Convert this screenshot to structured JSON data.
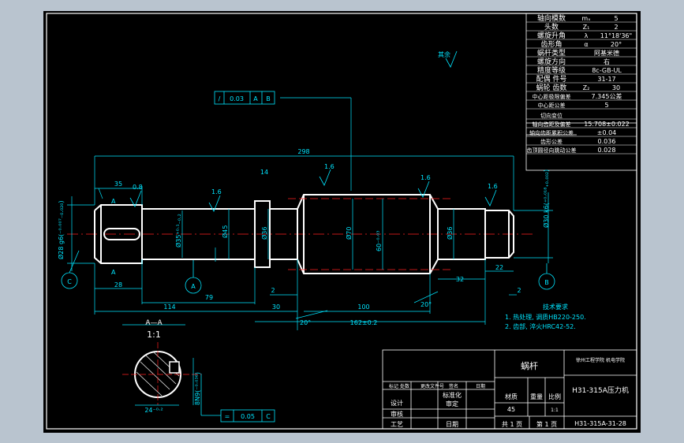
{
  "colors": {
    "background": "#b9c4cf",
    "canvas": "#000000",
    "outline": "#ffffff",
    "dimension": "#00e5ff",
    "center": "#ff2020"
  },
  "params": [
    [
      "轴向模数",
      "mₓ",
      "5"
    ],
    [
      "头数",
      "Z₁",
      "2"
    ],
    [
      "螺旋升角",
      "λ",
      "11°18'36\""
    ],
    [
      "齿形角",
      "α",
      "20°"
    ],
    [
      "蜗杆类型",
      "阿基米德",
      ""
    ],
    [
      "螺旋方向",
      "右",
      ""
    ],
    [
      "精度等级",
      "8c-GB-UL",
      ""
    ],
    [
      "配偶 件号",
      "31-17",
      ""
    ],
    [
      "蜗轮 齿数",
      "Z₂",
      "30"
    ],
    [
      "中心距极限偏差",
      "7.345公差",
      ""
    ],
    [
      "中心距公差",
      "5",
      ""
    ],
    [
      "切向变位",
      "",
      ""
    ],
    [
      "轴向齿距及偏差",
      "15.708±0.022",
      ""
    ],
    [
      "轴向齿距累积公差",
      "±0.04",
      ""
    ],
    [
      "齿形公差",
      "0.036",
      ""
    ],
    [
      "齿顶圆径向跳动公差",
      "0.028",
      ""
    ]
  ],
  "dims": {
    "total": "298",
    "d35a": "35",
    "d28": "28",
    "d114": "114",
    "d79": "79",
    "d30": "30",
    "d100": "100",
    "d162": "162±0.2",
    "d2a": "2",
    "d32": "32",
    "d22": "22",
    "d2b": "2",
    "phi35": "Ø35⁺⁰·¹₋₀.₂",
    "phi45": "Ø45",
    "phi36": "Ø36",
    "phi70": "Ø70",
    "phi60": "60⁻⁰·⁰³",
    "phi36b": "Ø36",
    "phi30": "Ø30 k6(⁺⁰·⁰¹⁸₊₀.₀₀₂)",
    "phi28": "Ø28 g6(⁻⁰·⁰⁰⁷₋₀.₀₂₀)",
    "ang20a": "20°",
    "ang20b": "20°",
    "d14": "14",
    "d24": "24⁻⁰·²",
    "d8": "8N9(⁻⁰·⁰³⁶)",
    "flat": "0.8",
    "r16": "1.6"
  },
  "tolerance_top": [
    "0.03",
    "A",
    "B"
  ],
  "tolerance_bottom": [
    "0.05",
    "C"
  ],
  "marks": {
    "rest": "其余",
    "A": "A",
    "B": "B",
    "C": "C",
    "section": "A—A",
    "scale": "1:1",
    "a1": "A",
    "a2": "A"
  },
  "notes": {
    "title": "技术要求",
    "line1": "1. 热处理, 调质HB220-250.",
    "line2": "2. 齿部, 淬火HRC42-52."
  },
  "titleblock": {
    "name": "蜗杆",
    "school": "徐州工程学院 机电学院",
    "project": "H31-315A压力机",
    "code": "H31-315A-31-28",
    "material_label": "材质",
    "material": "45",
    "weight_label": "重量",
    "ratio_label": "比例",
    "ratio": "1:1",
    "labels": [
      "标记",
      "处数",
      "更改文件号",
      "签名",
      "日期"
    ],
    "design": "设计",
    "standard": "标准化",
    "check": "审核",
    "craft": "工艺",
    "approve": "审定",
    "date": "日期",
    "sheets": "共 1 页",
    "sheet": "第 1 页"
  }
}
